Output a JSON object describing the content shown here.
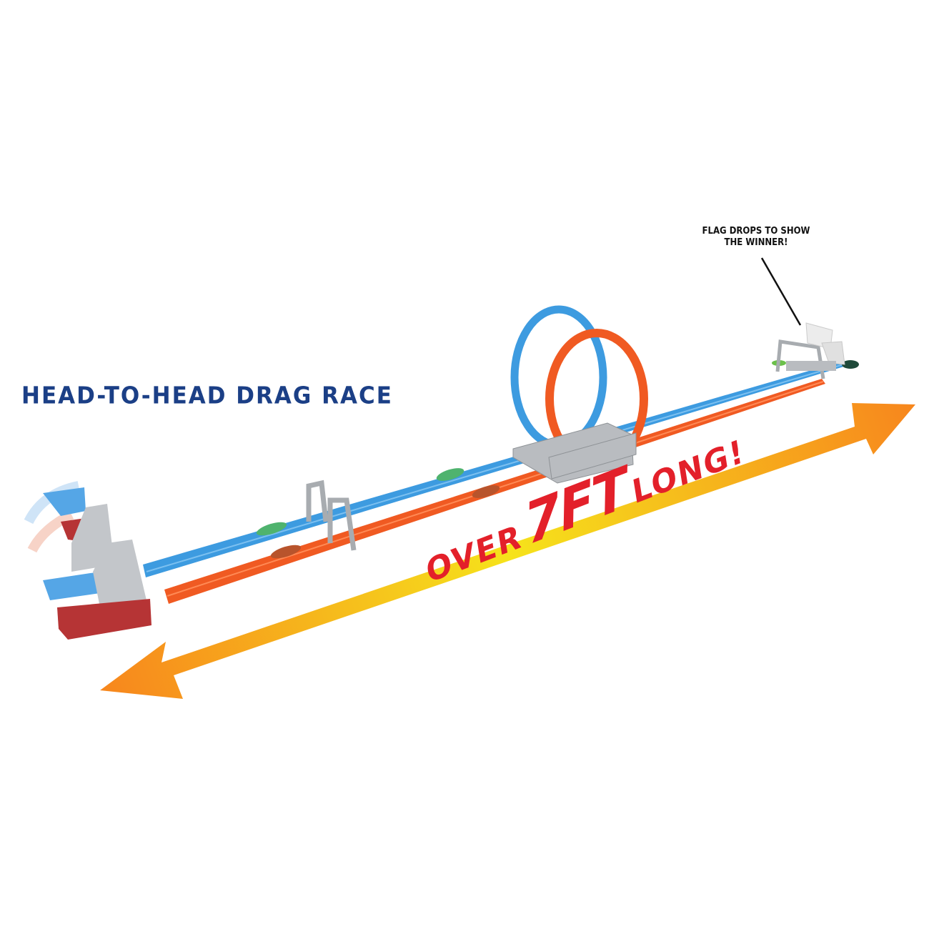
{
  "headline": "HEAD-TO-HEAD DRAG RACE",
  "callout": {
    "line1": "FLAG DROPS TO SHOW",
    "line2": "THE WINNER!"
  },
  "slogan": {
    "prefix": "OVER",
    "emphasis": "7FT",
    "suffix": "LONG!"
  },
  "colors": {
    "headline": "#1b3f86",
    "slogan": "#e3202a",
    "blue_track": "#3d9be0",
    "orange_track": "#f05a22",
    "arrow_start": "#f7941d",
    "arrow_mid": "#f5e61a"
  }
}
